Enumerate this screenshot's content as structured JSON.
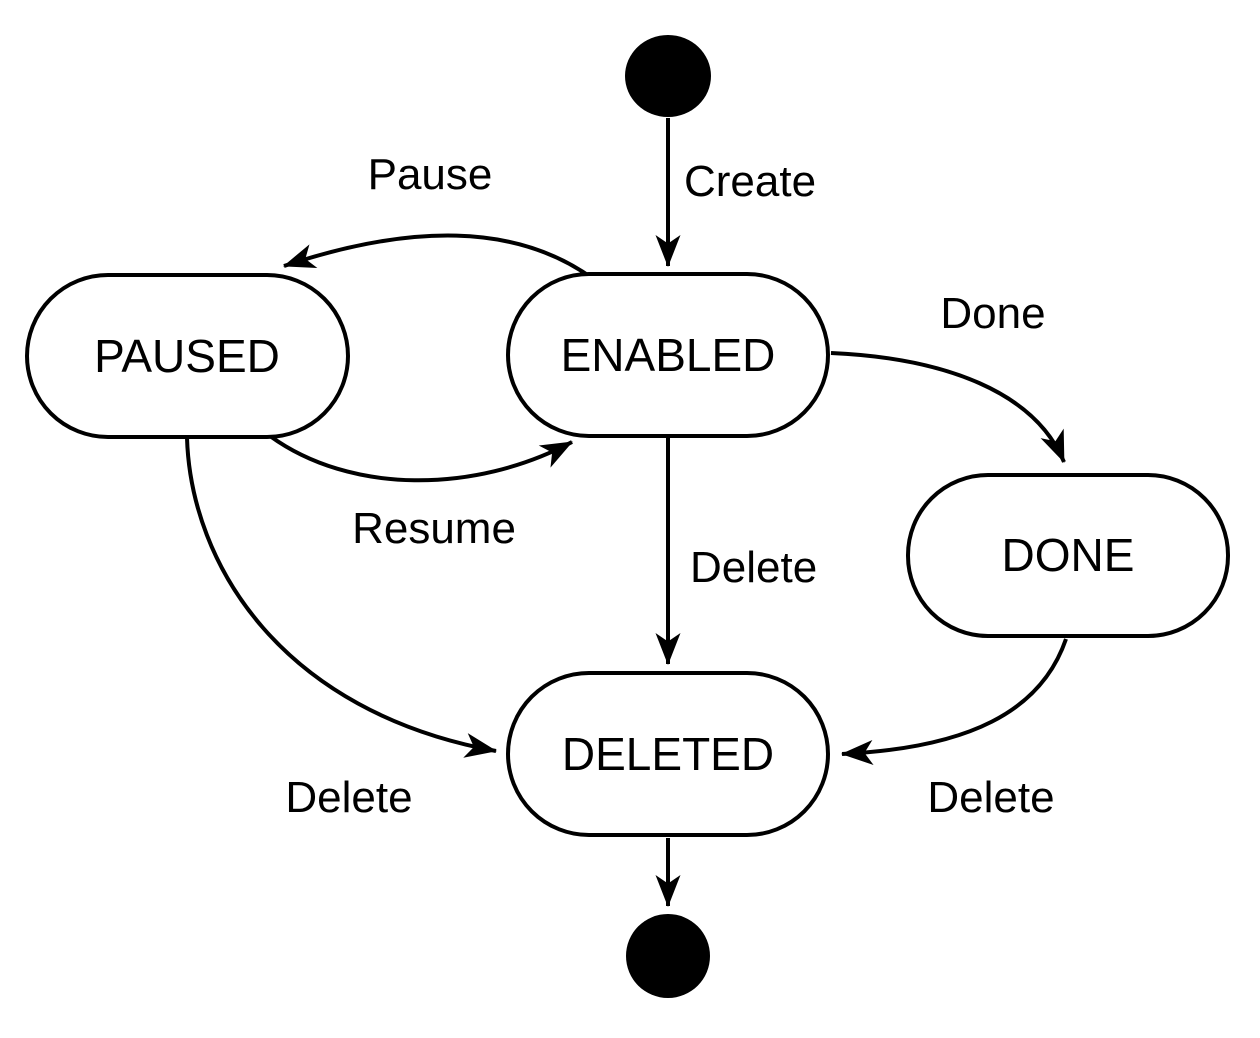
{
  "diagram": {
    "kind": "uml-state-machine",
    "colors": {
      "background": "#ffffff",
      "stroke": "#000000",
      "state_fill": "#ffffff",
      "text": "#000000"
    },
    "pseudostates": {
      "initial": {
        "name": "initial-state",
        "shape": "filled-circle"
      },
      "final": {
        "name": "final-state",
        "shape": "filled-circle"
      }
    },
    "states": {
      "paused": {
        "label": "PAUSED"
      },
      "enabled": {
        "label": "ENABLED"
      },
      "done": {
        "label": "DONE"
      },
      "deleted": {
        "label": "DELETED"
      }
    },
    "transitions": {
      "create": {
        "from": "initial",
        "to": "ENABLED",
        "label": "Create"
      },
      "pause": {
        "from": "ENABLED",
        "to": "PAUSED",
        "label": "Pause"
      },
      "resume": {
        "from": "PAUSED",
        "to": "ENABLED",
        "label": "Resume"
      },
      "done": {
        "from": "ENABLED",
        "to": "DONE",
        "label": "Done"
      },
      "delete_from_enabled": {
        "from": "ENABLED",
        "to": "DELETED",
        "label": "Delete"
      },
      "delete_from_paused": {
        "from": "PAUSED",
        "to": "DELETED",
        "label": "Delete"
      },
      "delete_from_done": {
        "from": "DONE",
        "to": "DELETED",
        "label": "Delete"
      },
      "finalize": {
        "from": "DELETED",
        "to": "final",
        "label": ""
      }
    }
  }
}
